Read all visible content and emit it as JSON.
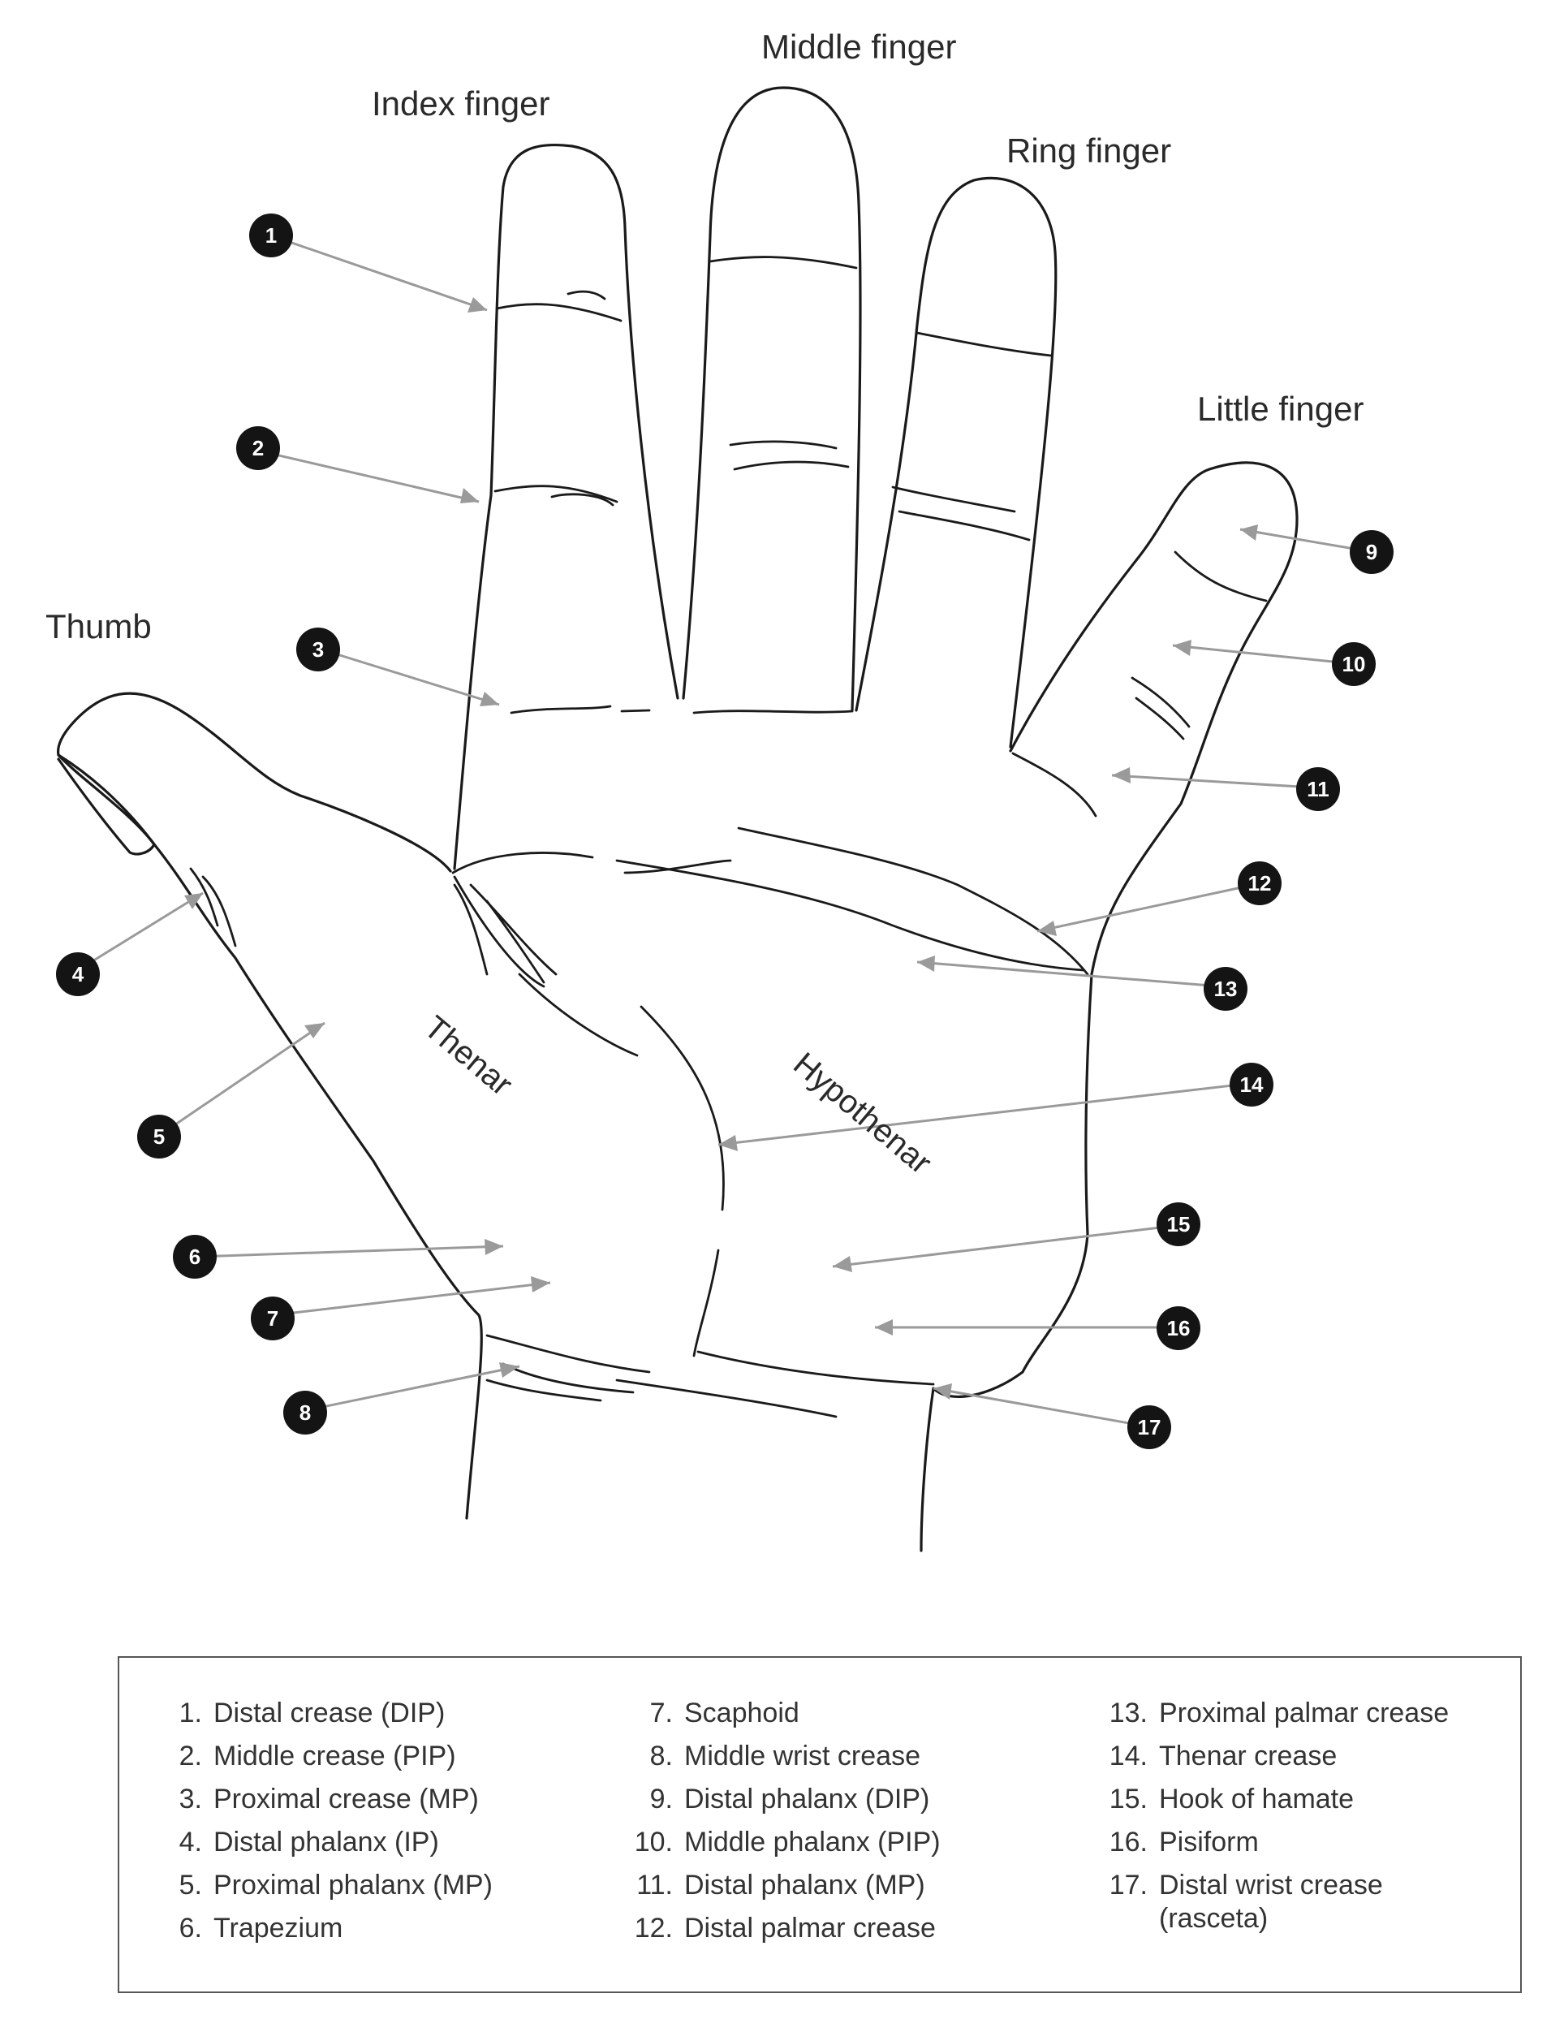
{
  "finger_labels": {
    "index": "Index finger",
    "middle": "Middle finger",
    "ring": "Ring finger",
    "little": "Little finger",
    "thumb": "Thumb"
  },
  "region_labels": {
    "thenar": "Thenar",
    "hypothenar": "Hypothenar"
  },
  "markers": [
    "1",
    "2",
    "3",
    "4",
    "5",
    "6",
    "7",
    "8",
    "9",
    "10",
    "11",
    "12",
    "13",
    "14",
    "15",
    "16",
    "17"
  ],
  "legend": {
    "items": [
      {
        "num": "1.",
        "text": "Distal crease (DIP)"
      },
      {
        "num": "2.",
        "text": "Middle crease (PIP)"
      },
      {
        "num": "3.",
        "text": "Proximal crease (MP)"
      },
      {
        "num": "4.",
        "text": "Distal phalanx (IP)"
      },
      {
        "num": "5.",
        "text": "Proximal phalanx (MP)"
      },
      {
        "num": "6.",
        "text": "Trapezium"
      },
      {
        "num": "7.",
        "text": "Scaphoid"
      },
      {
        "num": "8.",
        "text": "Middle wrist crease"
      },
      {
        "num": "9.",
        "text": "Distal phalanx (DIP)"
      },
      {
        "num": "10.",
        "text": "Middle phalanx (PIP)"
      },
      {
        "num": "11.",
        "text": "Distal phalanx (MP)"
      },
      {
        "num": "12.",
        "text": "Distal palmar crease"
      },
      {
        "num": "13.",
        "text": "Proximal palmar crease"
      },
      {
        "num": "14.",
        "text": "Thenar crease"
      },
      {
        "num": "15.",
        "text": "Hook of hamate"
      },
      {
        "num": "16.",
        "text": "Pisiform"
      },
      {
        "num": "17.",
        "text": "Distal wrist crease\n(rasceta)"
      }
    ]
  }
}
